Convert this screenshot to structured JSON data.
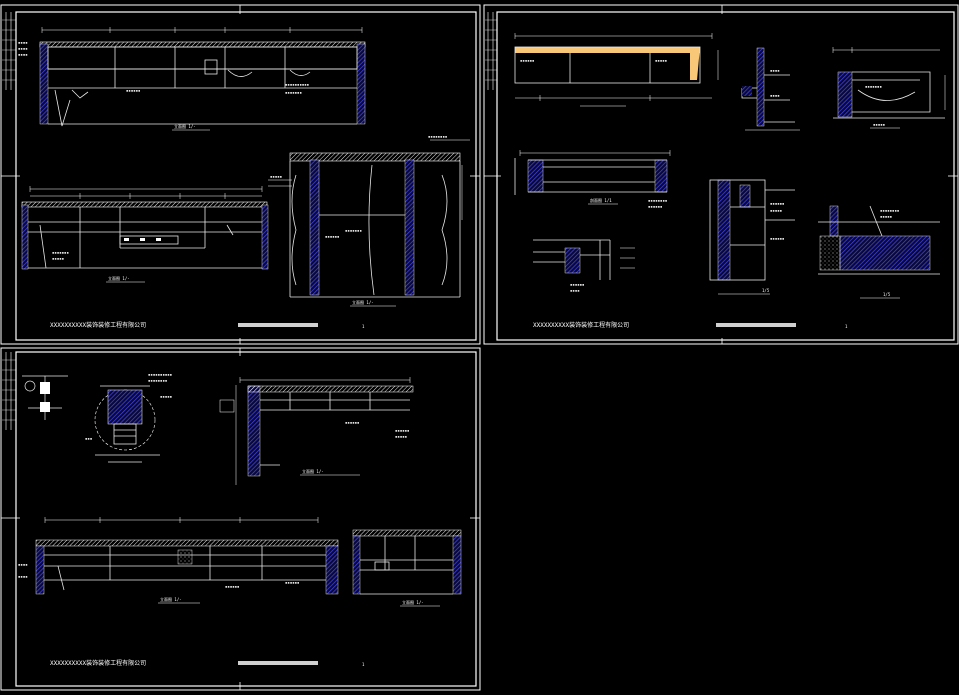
{
  "colors": {
    "background": "#000000",
    "frame": "#ffffff",
    "wall_hatch": "#3f3fff",
    "line": "#e8e8e8",
    "dim": "#ffffff",
    "note": "#00e5e5",
    "accent": "#f8c878",
    "title_bar": "#d0d0d0"
  },
  "sheets": [
    {
      "title": "XXXXXXXXXX装饰装修工程有限公司",
      "number": "1"
    },
    {
      "title": "XXXXXXXXXX装饰装修工程有限公司",
      "number": "1"
    },
    {
      "title": "XXXXXXXXXX装饰装修工程有限公司",
      "number": "1"
    }
  ],
  "labels": {
    "s1_elev_a": "立面图 1/-",
    "s1_elev_b": "立面图 1/-",
    "s1_elev_c": "立面图 1/-",
    "s2_sec_a": "剖面图 1/1",
    "s2_sec_b": "1/5",
    "s2_sec_c": "1/5",
    "s3_elev_a": "立面图 1/-",
    "s3_elev_b": "立面图 1/-",
    "s3_elev_c": "立面图 1/-"
  }
}
